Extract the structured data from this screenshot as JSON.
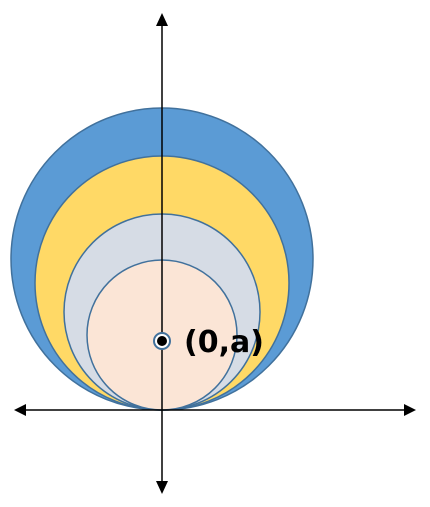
{
  "diagram": {
    "point_label": "(0,a)",
    "circles": [
      {
        "name": "outer-circle",
        "fill": "#5B9BD5",
        "stroke": "#41719C"
      },
      {
        "name": "second-circle",
        "fill": "#FFD966",
        "stroke": "#41719C"
      },
      {
        "name": "third-circle",
        "fill": "#D6DCE5",
        "stroke": "#41719C"
      },
      {
        "name": "inner-circle",
        "fill": "#FBE5D6",
        "stroke": "#41719C"
      }
    ],
    "center_dot": {
      "fill": "#000000",
      "ring": "#41719C"
    },
    "axis_color": "#000000"
  }
}
